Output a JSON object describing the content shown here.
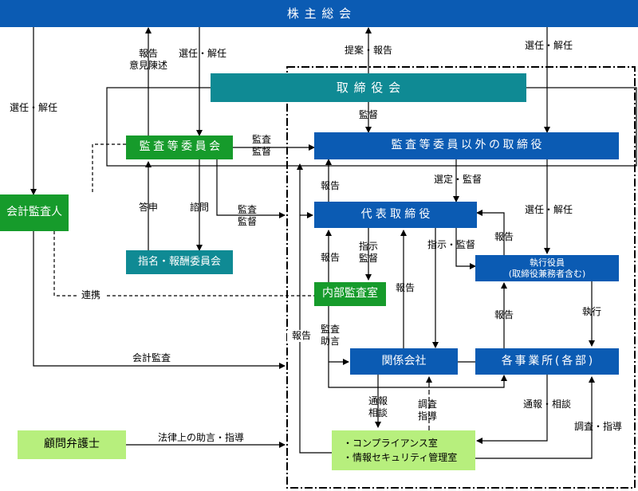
{
  "nodes": {
    "shareholders_meeting": "株主総会",
    "board": "取締役会",
    "audit_committee": "監査等委員会",
    "non_audit_directors": "監査等委員以外の取締役",
    "accounting_auditor": "会計監査人",
    "representative_director": "代表取締役",
    "nomination_committee": "指名・報酬委員会",
    "executive_officers_line1": "執行役員",
    "executive_officers_line2": "(取締役兼務者含む)",
    "internal_audit": "内部監査室",
    "affiliates": "関係会社",
    "business_offices": "各事業所(各部)",
    "legal_advisor": "顧問弁護士",
    "compliance_line1": "・コンプライアンス室",
    "compliance_line2": "・情報セキュリティ管理室"
  },
  "labels": {
    "report_opinion_1": "報告",
    "report_opinion_2": "意見陳述",
    "elect_dismiss_a": "選任・解任",
    "elect_dismiss_b": "選任・解任",
    "elect_dismiss_c": "選任・解任",
    "elect_dismiss_d": "選任・解任",
    "proposal_report": "提案・報告",
    "board_supervision": "監督",
    "audit_supervise_1a": "監査",
    "audit_supervise_1b": "監督",
    "audit_supervise_2a": "監査",
    "audit_supervise_2b": "監督",
    "report_to_non_audit": "報告",
    "select_supervise": "選定・監督",
    "report_exec_to_rep": "報告",
    "response": "答申",
    "consultation": "諮問",
    "instruction_audit_1": "指示",
    "instruction_audit_2": "監督",
    "report_internal": "報告",
    "instruct_supervise": "指示・監督",
    "cooperation": "連携",
    "report_affiliates": "報告",
    "report_offices": "報告",
    "execution": "執行",
    "audit_advice_1": "監査",
    "audit_advice_2": "助言",
    "report_left": "報告",
    "accounting_audit": "会計監査",
    "whistle_1": "通報",
    "whistle_2": "相談",
    "investigate_1": "調査",
    "investigate_2": "指導",
    "whistle_consult": "通報・相談",
    "investigate_guide": "調査・指導",
    "legal_advice": "法律上の助言・指導"
  },
  "colors": {
    "blue": "#0b5bb3",
    "teal": "#0f8a94",
    "green": "#169b2b",
    "light_green": "#b7ef7d",
    "line": "#000000"
  }
}
